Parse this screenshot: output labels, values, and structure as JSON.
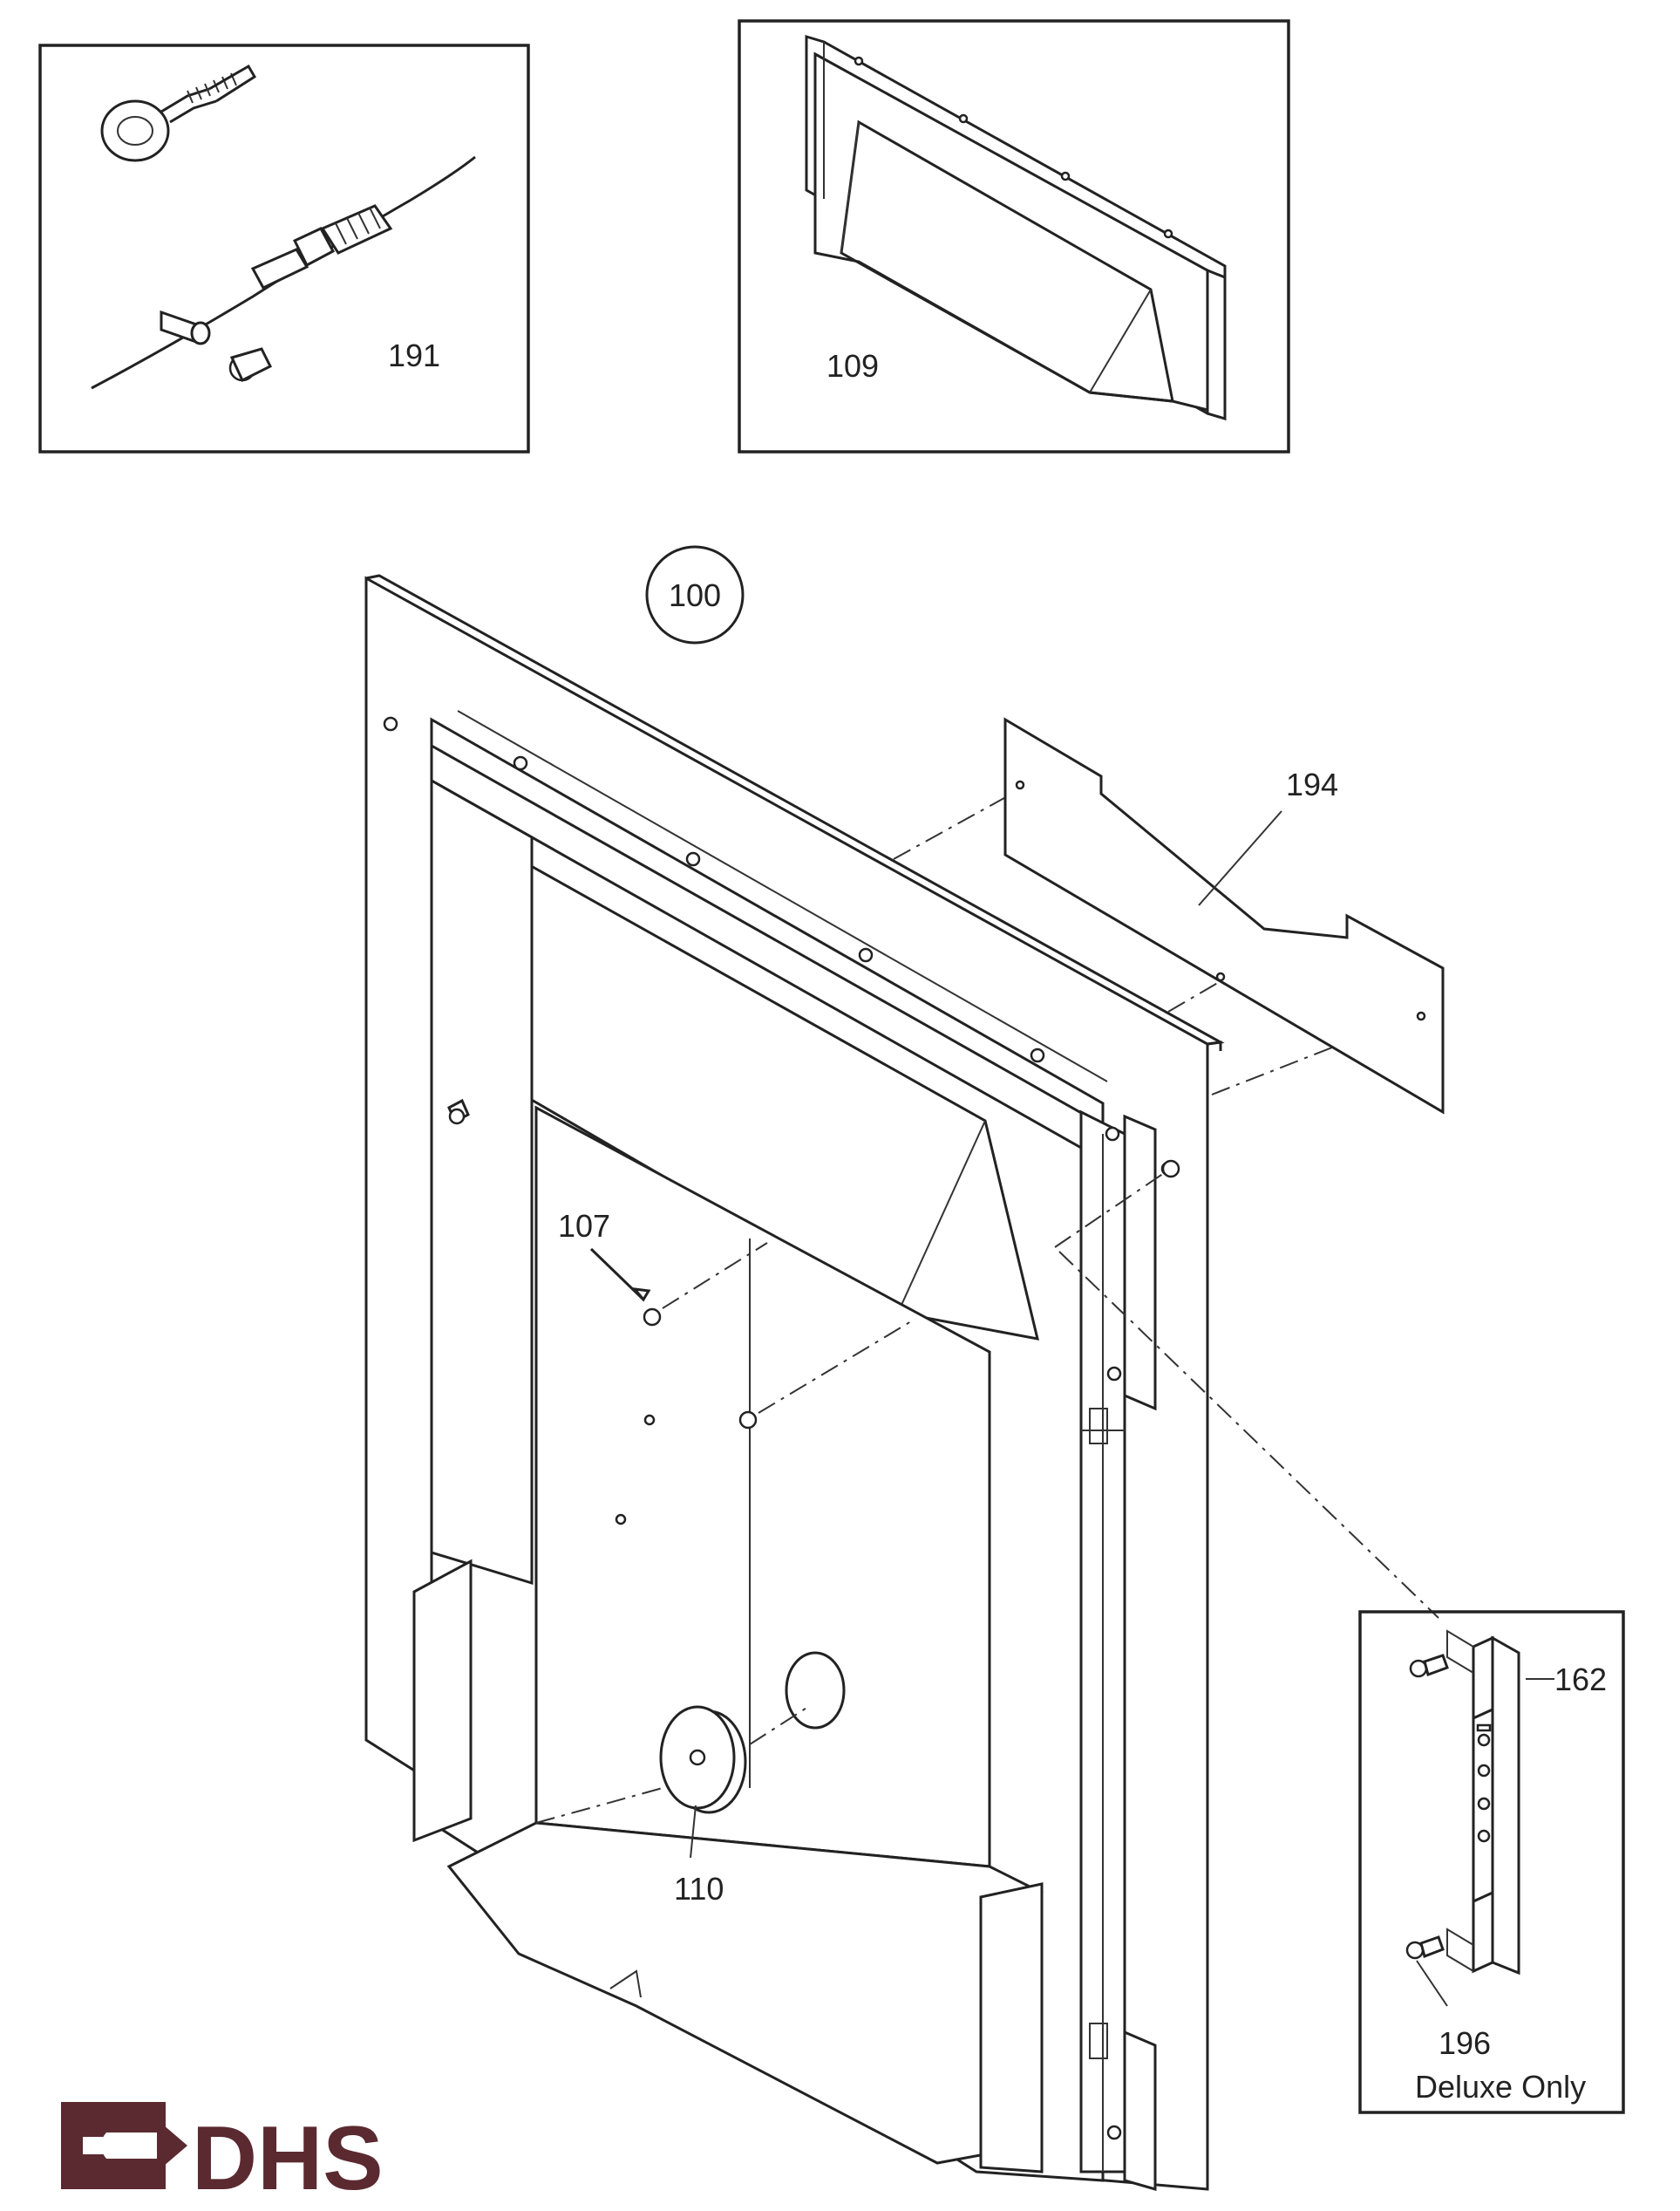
{
  "callouts": {
    "p191": "191",
    "p109": "109",
    "p100": "100",
    "p194": "194",
    "p107": "107",
    "p162": "162",
    "p110": "110",
    "p196": "196",
    "deluxe_note": "Deluxe Only"
  },
  "logo": {
    "text": "DHS",
    "color": "#5a2a30"
  }
}
